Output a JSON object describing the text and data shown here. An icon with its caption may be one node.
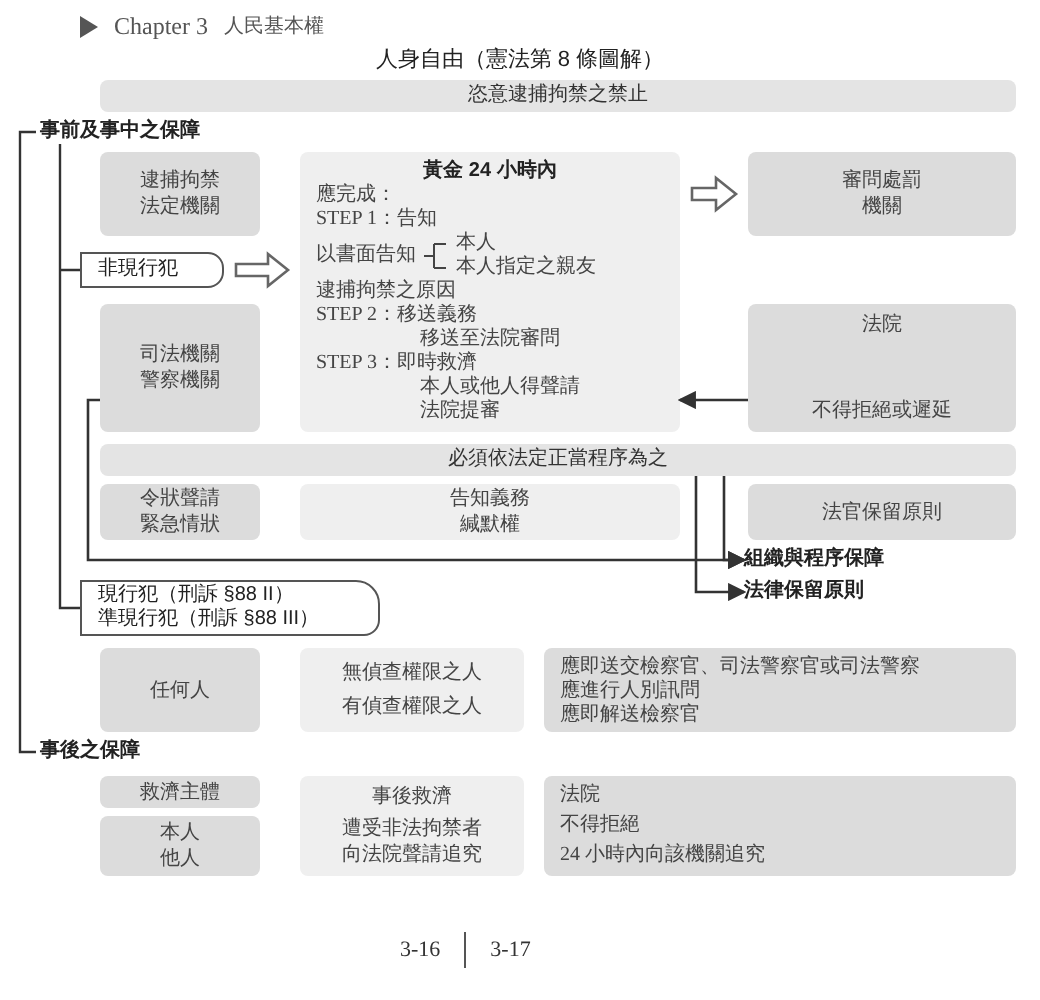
{
  "diagram": {
    "title": "人身自由（憲法第 8 條圖解）",
    "nodes": [
      {
        "text": [
          "恣意逮捕拘禁之禁止"
        ]
      },
      {
        "text": [
          "逮捕拘禁法定機關"
        ]
      },
      {
        "text": [
          "黃金 24 小時內",
          "應完成：",
          "STEP 1：告知",
          "以書面告知",
          "本人",
          "本人指定之親友",
          "逮捕拘禁之原因",
          "STEP 2：移送義務",
          "移送至法院審問",
          "STEP 3：即時救濟",
          "本人或他人得聲請",
          "法院提審"
        ]
      },
      {
        "text": [
          "審問處罰機關"
        ]
      },
      {
        "text": [
          "非現行犯"
        ]
      },
      {
        "text": [
          "司法機關警察機關"
        ]
      },
      {
        "text": [
          "法院",
          "不得拒絕或遲延"
        ]
      },
      {
        "text": [
          "必須依法定正當程序為之"
        ]
      },
      {
        "text": [
          "令狀聲請緊急情狀"
        ]
      },
      {
        "text": [
          "告知義務緘默權"
        ]
      },
      {
        "text": [
          "法官保留原則"
        ]
      },
      {
        "text": [
          "組織與程序保障"
        ]
      },
      {
        "text": [
          "法律保留原則"
        ]
      },
      {
        "text": [
          "現行犯（刑訴 §88 II）",
          "準現行犯（刑訴 §88 III）"
        ]
      },
      {
        "text": [
          "任何人"
        ]
      },
      {
        "text": [
          "無偵查權限之人",
          "有偵查權限之人"
        ]
      },
      {
        "text": [
          "應即送交檢察官、司法警察官或司法警察",
          "應進行人別訊問",
          "應即解送檢察官"
        ]
      },
      {
        "text": [
          "救濟主體"
        ]
      },
      {
        "text": [
          "本人他人"
        ]
      },
      {
        "text": [
          "事後救濟",
          "遭受非法拘禁者向法院聲請追究"
        ]
      },
      {
        "text": [
          "法院",
          "不得拒絕",
          "24 小時內向該機關追究"
        ]
      }
    ],
    "edges": [
      {
        "from": 4,
        "to": 2,
        "arrow": "to"
      },
      {
        "from": 2,
        "to": 3,
        "arrow": "to"
      },
      {
        "from": 6,
        "to": 2,
        "arrow": "to"
      },
      {
        "from": 5,
        "to": 11,
        "arrow": "to"
      },
      {
        "from": 7,
        "to": 11,
        "arrow": "to"
      },
      {
        "from": 7,
        "to": 12,
        "arrow": "to"
      }
    ],
    "labels": [
      "Chapter 3",
      "人民基本權",
      "事前及事中之保障",
      "事後之保障",
      "3-16",
      "3-17"
    ]
  }
}
